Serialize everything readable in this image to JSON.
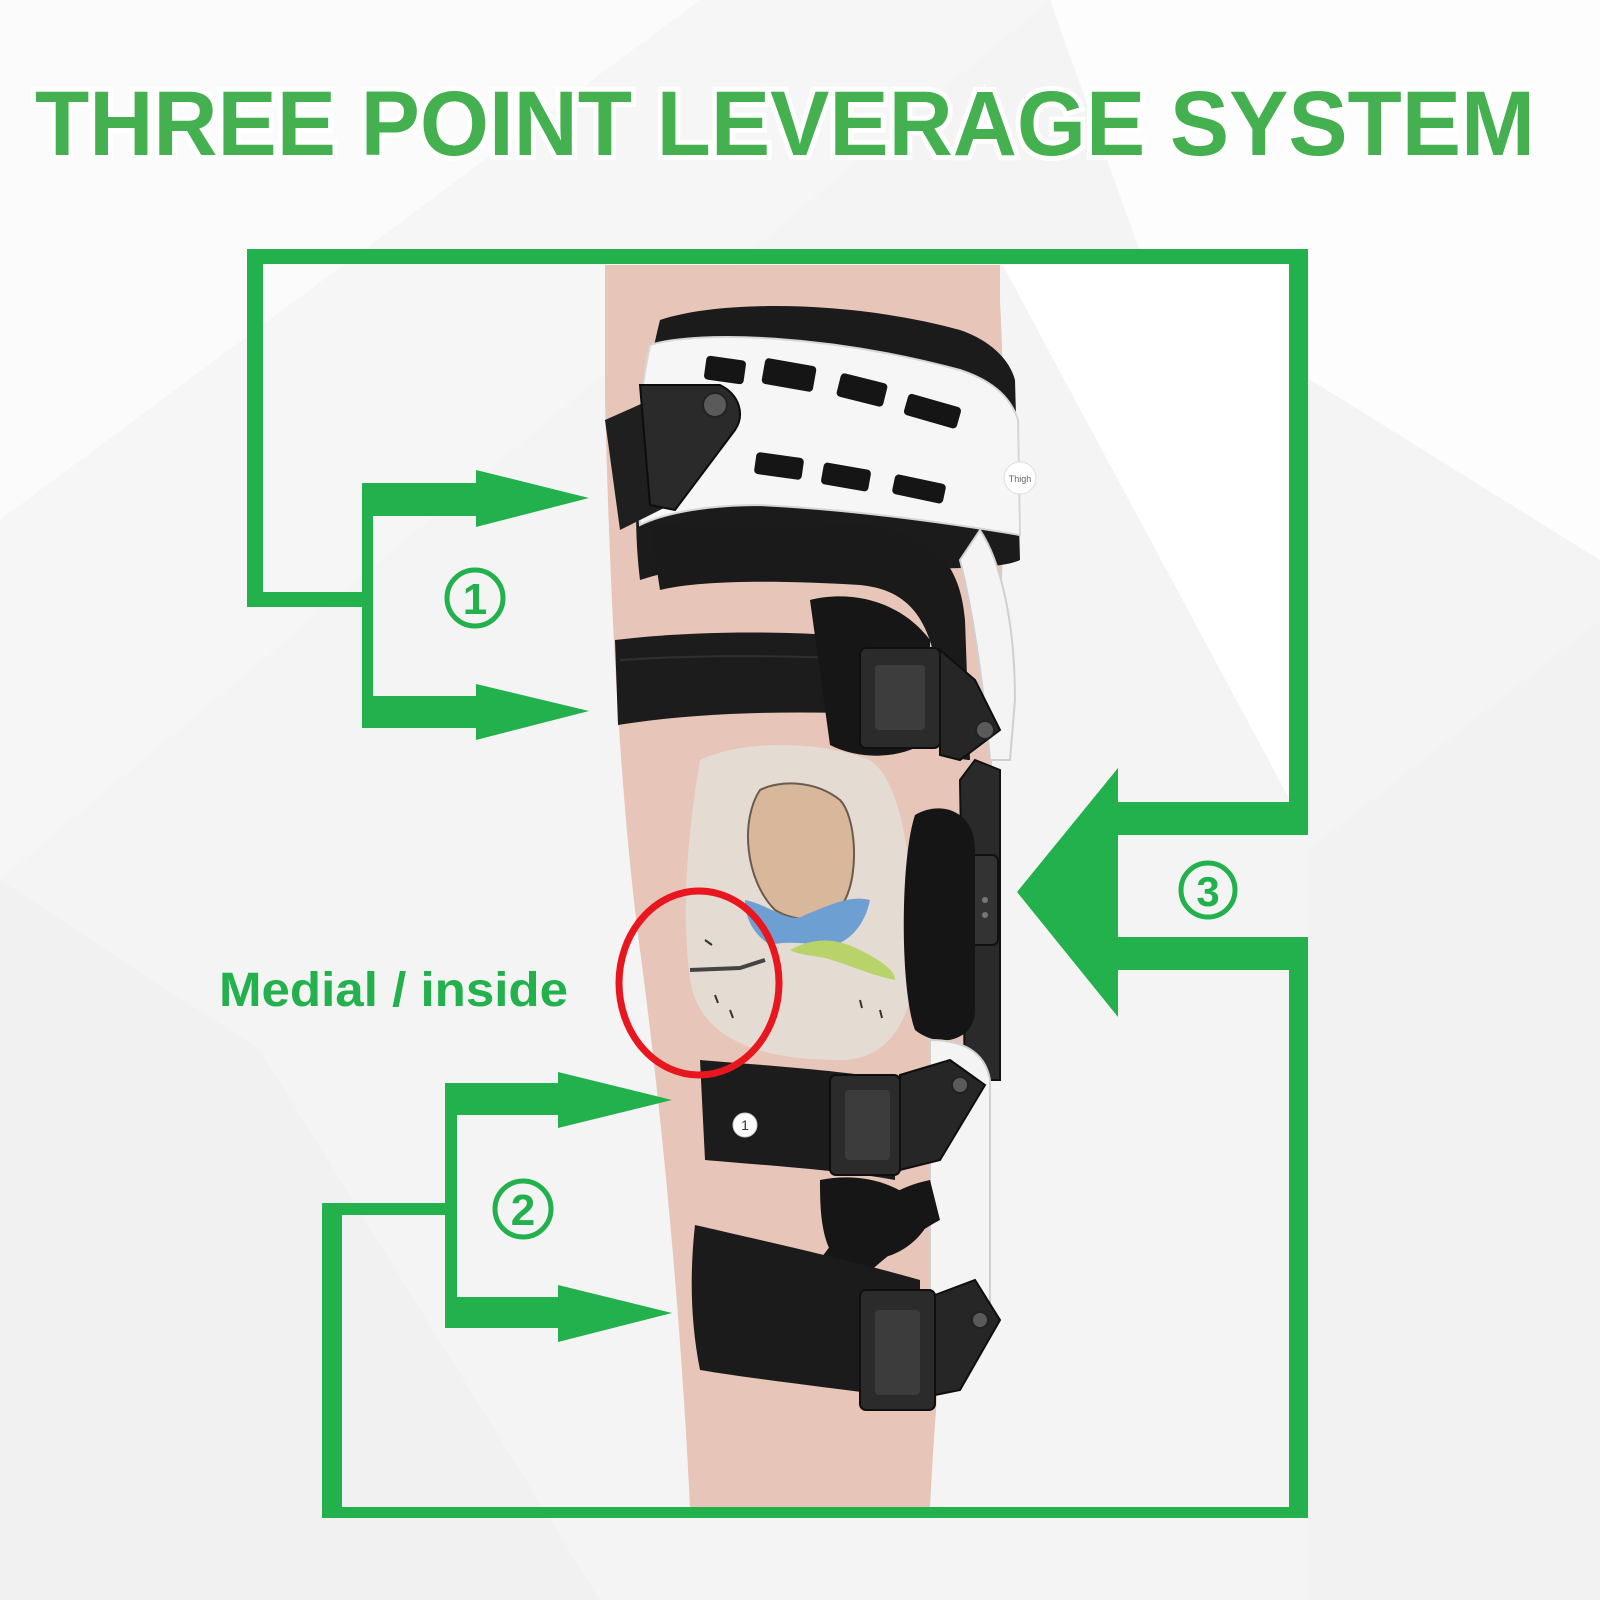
{
  "title": "THREE POINT LEVERAGE SYSTEM",
  "colors": {
    "title_green": "#45b04f",
    "frame_green": "#22b14c",
    "label_green": "#22b14c",
    "highlight_red": "#e8171f",
    "skin": "#e7c5b9",
    "brace_white": "#f7f7f7",
    "strap_black": "#161616",
    "background": "#f4f4f4"
  },
  "labels": {
    "medial": "Medial / inside"
  },
  "points": [
    {
      "id": 1,
      "glyph": "①",
      "number": "1",
      "description": "Thigh cuff pressure point (two arrows pointing right)"
    },
    {
      "id": 2,
      "glyph": "②",
      "number": "2",
      "description": "Calf cuff pressure point (two arrows pointing right)"
    },
    {
      "id": 3,
      "glyph": "③",
      "number": "3",
      "description": "Knee hinge pressure point (one arrow pointing left)"
    }
  ],
  "product": {
    "thigh_cuff_badge": "Thigh",
    "strap_badge": "1"
  }
}
